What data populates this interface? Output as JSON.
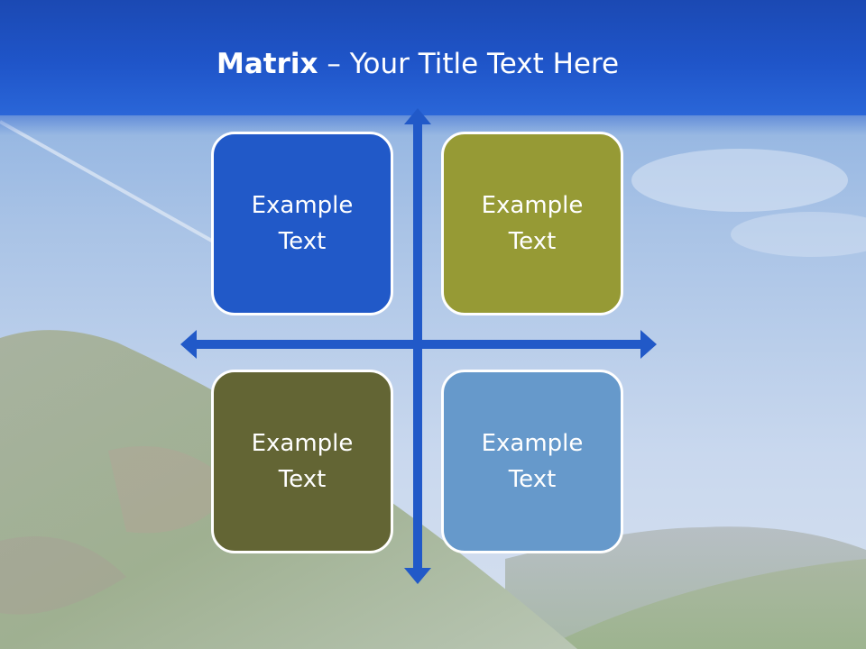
{
  "title": {
    "bold": "Matrix",
    "rest": " – Your Title Text Here"
  },
  "cells": [
    {
      "id": "top-left",
      "text": "Example\nText",
      "color": "#2159c8"
    },
    {
      "id": "top-right",
      "text": "Example\nText",
      "color": "#969a35"
    },
    {
      "id": "bottom-left",
      "text": "Example\nText",
      "color": "#636534"
    },
    {
      "id": "bottom-right",
      "text": "Example\nText",
      "color": "#6699cb"
    }
  ],
  "colors": {
    "title_band": "#1f55c9",
    "axis": "#2159c8",
    "cell_border": "#ffffff"
  }
}
